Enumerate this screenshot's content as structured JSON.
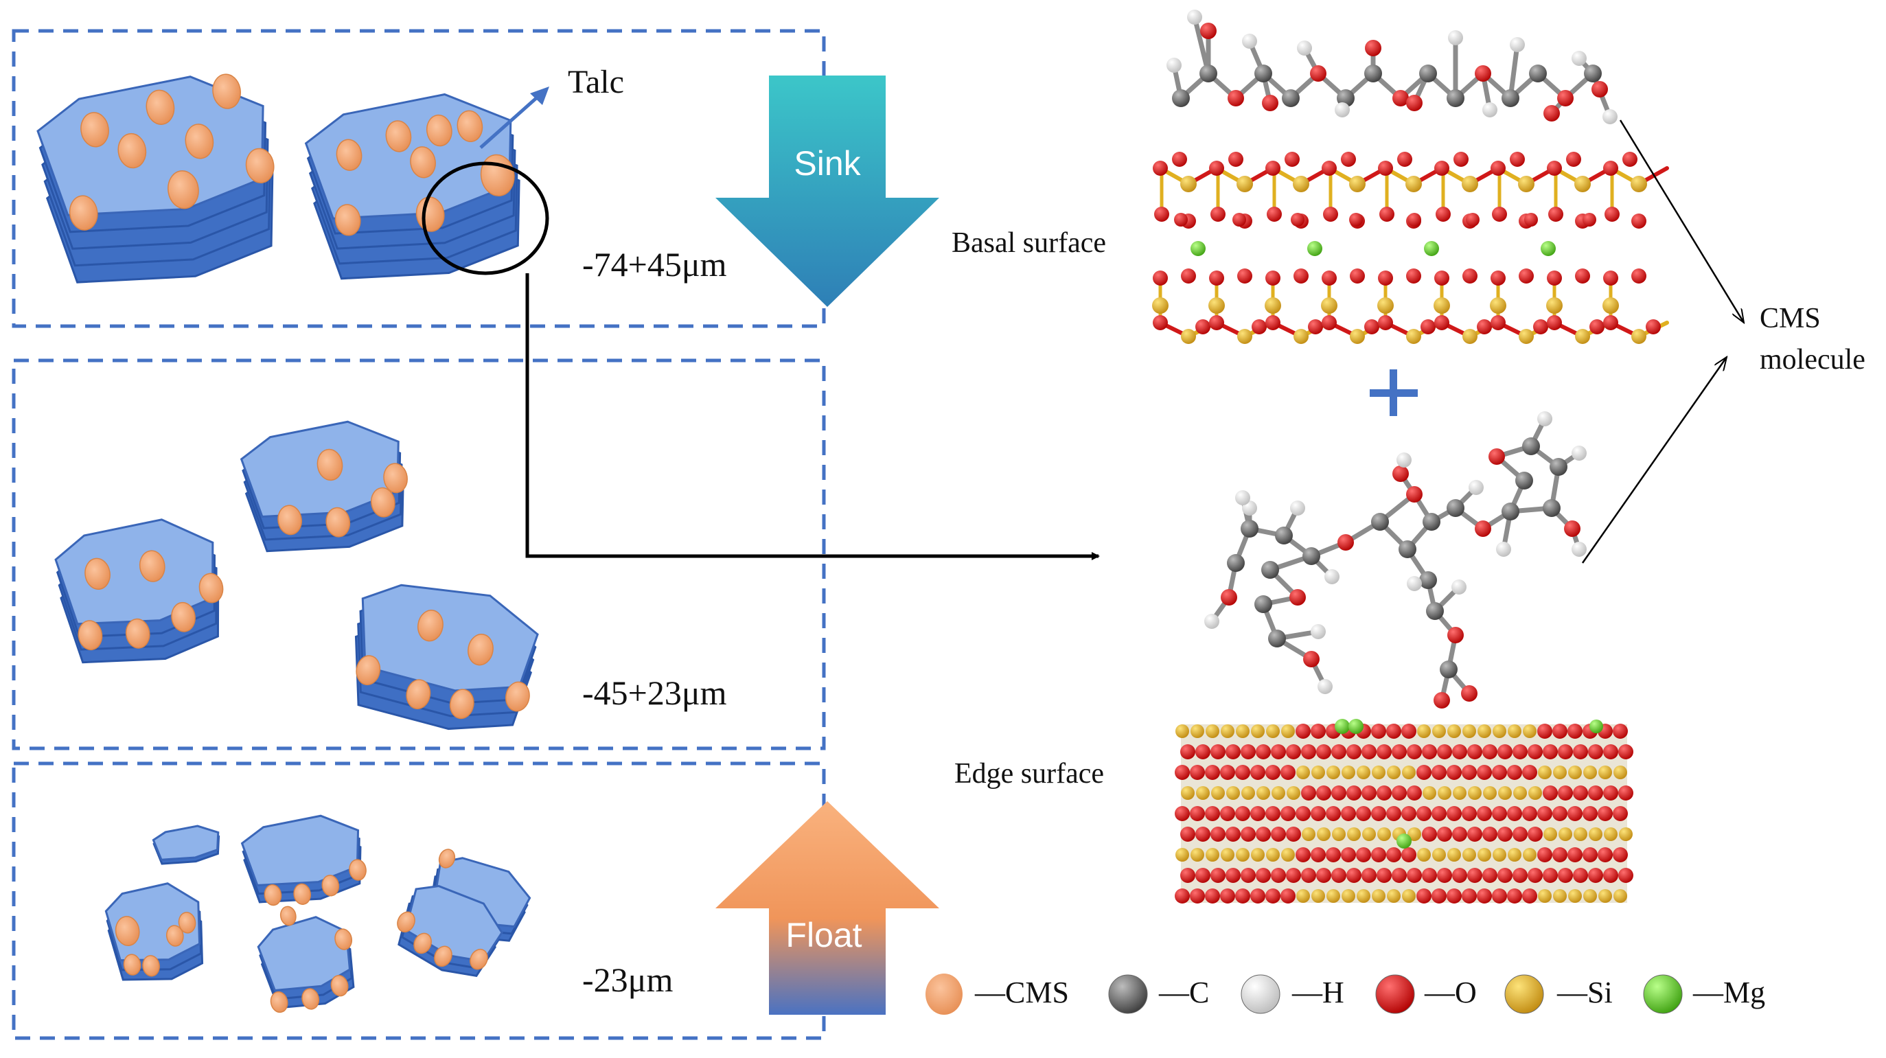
{
  "panels": {
    "top": {
      "size_label": "-74+45μm",
      "talc_label": "Talc"
    },
    "middle": {
      "size_label": "-45+23μm"
    },
    "bottom": {
      "size_label": "-23μm"
    }
  },
  "arrows": {
    "sink_label": "Sink",
    "float_label": "Float"
  },
  "surfaces": {
    "basal_label": "Basal surface",
    "edge_label": "Edge surface"
  },
  "molecule": {
    "line1": "CMS",
    "line2": "molecule"
  },
  "legend": [
    {
      "symbol": "CMS",
      "label": "—CMS",
      "color": "#f2a46e"
    },
    {
      "symbol": "C",
      "label": "—C",
      "color": "#555555"
    },
    {
      "symbol": "H",
      "label": "—H",
      "color": "#e6e6e6"
    },
    {
      "symbol": "O",
      "label": "—O",
      "color": "#d9141b"
    },
    {
      "symbol": "Si",
      "label": "—Si",
      "color": "#e6b422"
    },
    {
      "symbol": "Mg",
      "label": "—Mg",
      "color": "#55cc22"
    }
  ],
  "colors": {
    "panel_border": "#4472c4",
    "talc_fill": "#5b8fd6",
    "talc_top": "#8fb3ea",
    "cms": "#f2a46e",
    "sink_top": "#3bc3c8",
    "sink_bottom": "#2f86b8",
    "float_top": "#f79e5f",
    "float_bottom": "#4a74c0",
    "plus": "#4472c4"
  }
}
